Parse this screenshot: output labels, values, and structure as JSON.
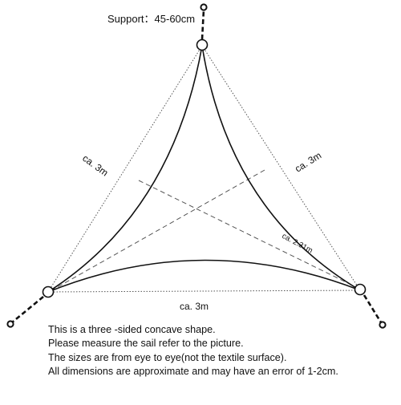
{
  "support_label": "Support：45-60cm",
  "side_labels": {
    "left": "ca. 3m",
    "right": "ca. 3m",
    "bottom": "ca. 3m",
    "diagonal": "ca. 2.31m"
  },
  "notes": [
    "This is a three -sided concave shape.",
    "Please measure the sail refer to the picture.",
    "The sizes are from eye to eye(not the textile surface).",
    "All dimensions are approximate and may have an error of 1-2cm."
  ],
  "colors": {
    "line": "#111111",
    "guide": "#555555",
    "background": "#ffffff"
  }
}
